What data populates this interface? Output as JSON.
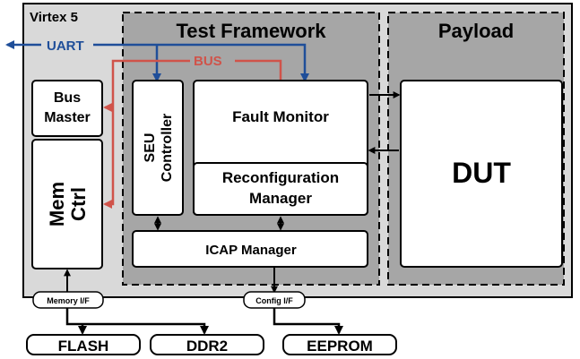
{
  "fpga": {
    "label": "Virtex 5"
  },
  "test_framework": {
    "title": "Test Framework"
  },
  "payload": {
    "title": "Payload"
  },
  "uart": {
    "label": "UART"
  },
  "bus": {
    "label": "BUS"
  },
  "bus_master": {
    "line1": "Bus",
    "line2": "Master"
  },
  "mem_ctrl": {
    "line1": "Mem",
    "line2": "Ctrl"
  },
  "seu_controller": {
    "line1": "SEU",
    "line2": "Controller"
  },
  "fault_monitor": {
    "label": "Fault Monitor"
  },
  "reconfig_manager": {
    "line1": "Reconfiguration",
    "line2": "Manager"
  },
  "icap_manager": {
    "label": "ICAP Manager"
  },
  "dut": {
    "label": "DUT"
  },
  "memory_if": {
    "label": "Memory I/F"
  },
  "config_if": {
    "label": "Config I/F"
  },
  "flash": {
    "label": "FLASH"
  },
  "ddr2": {
    "label": "DDR2"
  },
  "eeprom": {
    "label": "EEPROM"
  },
  "colors": {
    "uart": "#1f4e99",
    "bus": "#d0534a",
    "fpga_bg": "#d9d9d9",
    "framework_bg": "#a6a6a6"
  }
}
